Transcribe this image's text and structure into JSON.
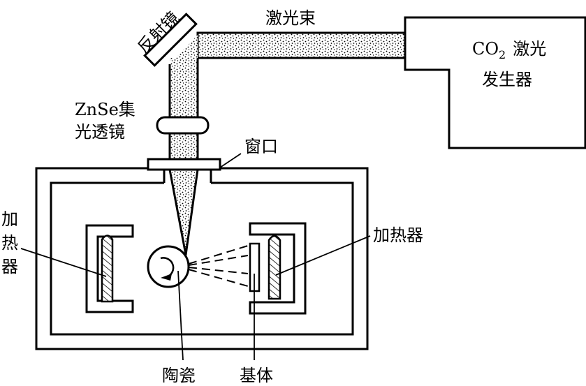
{
  "labels": {
    "mirror": "反射镜",
    "laser_beam": "激光束",
    "laser_source_line1_formula": "CO",
    "laser_source_line1_subscript": "2",
    "laser_source_line1_suffix": "激光",
    "laser_source_line2": "发生器",
    "lens_line1": "ZnSe集",
    "lens_line2": "光透镜",
    "window": "窗口",
    "heater_left_chars": [
      "加",
      "热",
      "器"
    ],
    "heater_right": "加热器",
    "ceramic": "陶瓷",
    "substrate": "基体"
  },
  "colors": {
    "stroke": "#000000",
    "background": "#ffffff",
    "beam_dots": "#000000"
  }
}
